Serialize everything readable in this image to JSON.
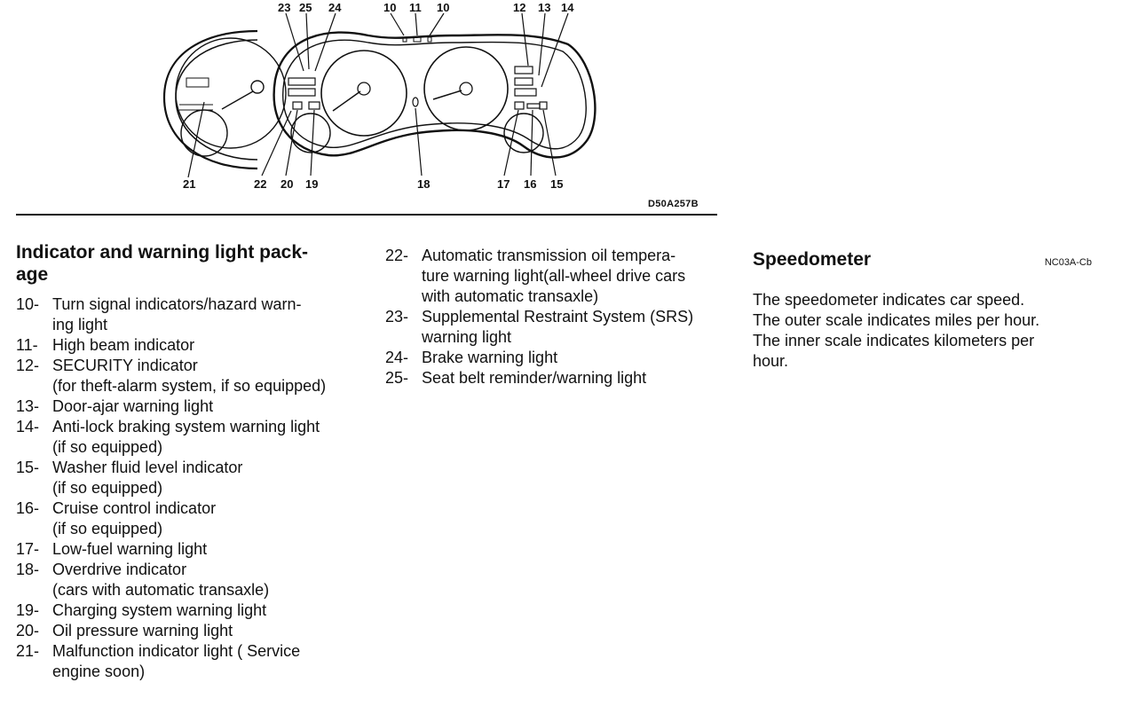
{
  "figure": {
    "code": "D50A257B",
    "callouts_top": [
      "23",
      "25",
      "24",
      "10",
      "11",
      "10",
      "12",
      "13",
      "14"
    ],
    "callouts_bottom": [
      "21",
      "22",
      "20",
      "19",
      "18",
      "17",
      "16",
      "15"
    ]
  },
  "package": {
    "title": "Indicator and warning light pack-age",
    "title_line1": "Indicator and warning light pack-",
    "title_line2": "age",
    "items": [
      {
        "num": "10-",
        "text": "Turn signal indicators/hazard warn-",
        "cont": "ing light"
      },
      {
        "num": "11-",
        "text": "High beam indicator"
      },
      {
        "num": "12-",
        "text": "SECURITY indicator",
        "cont": "(for theft-alarm system, if so equipped)"
      },
      {
        "num": "13-",
        "text": "Door-ajar warning light"
      },
      {
        "num": "14-",
        "text": "Anti-lock braking system warning light",
        "cont": "(if so equipped)"
      },
      {
        "num": "15-",
        "text": "Washer fluid level indicator",
        "cont": "(if so equipped)"
      },
      {
        "num": "16-",
        "text": "Cruise control indicator",
        "cont": "(if so equipped)"
      },
      {
        "num": "17-",
        "text": "Low-fuel warning light"
      },
      {
        "num": "18-",
        "text": "Overdrive indicator",
        "cont": "(cars with automatic transaxle)"
      },
      {
        "num": "19-",
        "text": "Charging system warning light"
      },
      {
        "num": "20-",
        "text": "Oil pressure warning light"
      },
      {
        "num": "21-",
        "text": "Malfunction indicator light ( Service",
        "cont": "engine soon)"
      },
      {
        "num": "22-",
        "text": "Automatic transmission oil tempera-",
        "cont": "ture warning light(all-wheel drive cars",
        "cont2": "with automatic transaxle)"
      },
      {
        "num": "23-",
        "text": "Supplemental Restraint System (SRS)",
        "cont": "warning light"
      },
      {
        "num": "24-",
        "text": "Brake warning light"
      },
      {
        "num": "25-",
        "text": "Seat belt reminder/warning light"
      }
    ]
  },
  "speedometer": {
    "title": "Speedometer",
    "code": "NC03A-Cb",
    "line1": "The speedometer indicates car speed.",
    "line2": "The outer scale indicates miles per hour.",
    "line3": "The inner scale indicates kilometers per",
    "line4": "hour."
  }
}
